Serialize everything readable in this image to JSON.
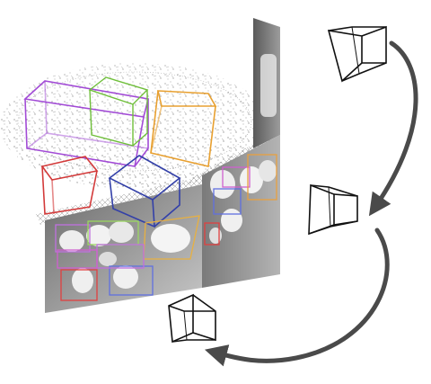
{
  "figure": {
    "description_free": true,
    "scene": {
      "wireframe_boxes_top": [
        {
          "color": "#a24bd6"
        },
        {
          "color": "#6fbf3a"
        },
        {
          "color": "#e8a030"
        },
        {
          "color": "#d33a3a"
        },
        {
          "color": "#3340a8"
        }
      ],
      "image_panel_boxes_left": [
        {
          "color": "#c070e0"
        },
        {
          "color": "#9bd860"
        },
        {
          "color": "#e8b040"
        },
        {
          "color": "#e04040"
        },
        {
          "color": "#6070e0"
        },
        {
          "color": "#c070e0"
        },
        {
          "color": "#d060d0"
        }
      ],
      "image_panel_boxes_right": [
        {
          "color": "#e04040"
        },
        {
          "color": "#6070e0"
        },
        {
          "color": "#d060d0"
        },
        {
          "color": "#e8a040"
        }
      ]
    },
    "cameras": [
      {
        "id": "camera-top"
      },
      {
        "id": "camera-middle"
      },
      {
        "id": "camera-bottom"
      }
    ],
    "arrow_color": "#4a4a4a"
  }
}
